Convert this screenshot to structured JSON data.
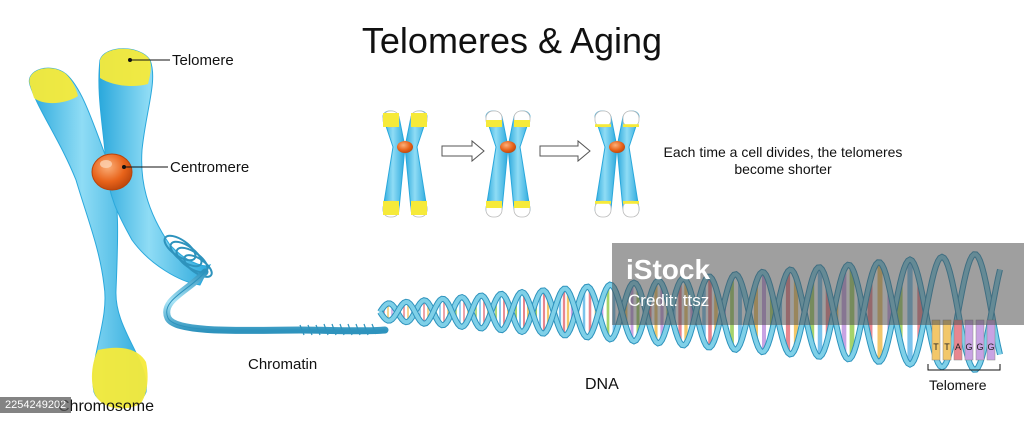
{
  "title": "Telomeres & Aging",
  "labels": {
    "telomere": "Telomere",
    "centromere": "Centromere",
    "caption": "Each time a cell divides, the telomeres become shorter",
    "chromatin": "Chromatin",
    "dna": "DNA",
    "chromosome": "Chromosome",
    "telomere_bottom": "Telomere"
  },
  "telomere_sequence": [
    "T",
    "T",
    "A",
    "G",
    "G",
    "G"
  ],
  "stages": [
    {
      "stage": 1,
      "telomere_length": 1.0
    },
    {
      "stage": 2,
      "telomere_length": 0.5
    },
    {
      "stage": 3,
      "telomere_length": 0.2
    }
  ],
  "watermark": {
    "logo": "iStock",
    "credit": "Credit: ttsz",
    "stock_id": "2254249202"
  },
  "colors": {
    "chromosome": "#3ec0ec",
    "chromosome_light": "#8fdcf5",
    "telomere": "#f6ea3a",
    "centromere": "#e8631a",
    "strand": "#7fd0e8",
    "strand_dark": "#2e93bd",
    "base_pair": [
      "#e8868f",
      "#f2c76a",
      "#c8a3e3",
      "#a5d36b",
      "#7bc3ec"
    ]
  }
}
